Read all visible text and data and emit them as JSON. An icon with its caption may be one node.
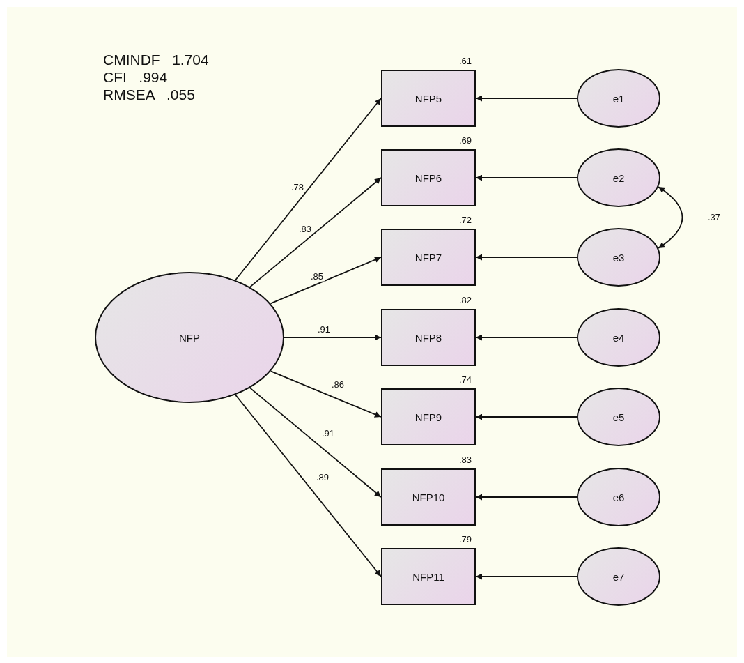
{
  "diagram": {
    "nodes": [
      {
        "text": [
          "NFP"
        ]
      },
      {
        "text": [
          "NFP5"
        ],
        "beside": [
          ".61"
        ]
      },
      {
        "text": [
          "NFP6"
        ],
        "beside": [
          ".69"
        ]
      },
      {
        "text": [
          "NFP7"
        ],
        "beside": [
          ".72"
        ]
      },
      {
        "text": [
          "NFP8"
        ],
        "beside": [
          ".82"
        ]
      },
      {
        "text": [
          "NFP9"
        ],
        "beside": [
          ".74"
        ]
      },
      {
        "text": [
          "NFP10"
        ],
        "beside": [
          ".83"
        ]
      },
      {
        "text": [
          "NFP11"
        ],
        "beside": [
          ".79"
        ]
      },
      {
        "text": [
          "e1"
        ]
      },
      {
        "text": [
          "e2"
        ]
      },
      {
        "text": [
          "e3"
        ]
      },
      {
        "text": [
          "e4"
        ]
      },
      {
        "text": [
          "e5"
        ]
      },
      {
        "text": [
          "e6"
        ]
      },
      {
        "text": [
          "e7"
        ]
      }
    ],
    "edges": [
      {
        "from": 0,
        "to": 1,
        "arrow": "to",
        "label": ".78"
      },
      {
        "from": 0,
        "to": 2,
        "arrow": "to",
        "label": ".83"
      },
      {
        "from": 0,
        "to": 3,
        "arrow": "to",
        "label": ".85"
      },
      {
        "from": 0,
        "to": 4,
        "arrow": "to",
        "label": ".91"
      },
      {
        "from": 0,
        "to": 5,
        "arrow": "to",
        "label": ".86"
      },
      {
        "from": 0,
        "to": 6,
        "arrow": "to",
        "label": ".91"
      },
      {
        "from": 0,
        "to": 7,
        "arrow": "to",
        "label": ".89"
      },
      {
        "from": 8,
        "to": 1,
        "arrow": "to"
      },
      {
        "from": 9,
        "to": 2,
        "arrow": "to"
      },
      {
        "from": 10,
        "to": 3,
        "arrow": "to"
      },
      {
        "from": 11,
        "to": 4,
        "arrow": "to"
      },
      {
        "from": 12,
        "to": 5,
        "arrow": "to"
      },
      {
        "from": 13,
        "to": 6,
        "arrow": "to"
      },
      {
        "from": 14,
        "to": 7,
        "arrow": "to"
      },
      {
        "from": 9,
        "to": 10,
        "arrow": "both",
        "label": ".37"
      }
    ],
    "labels": [
      "CMINDF   1.704",
      "CFI   .994",
      "RMSEA   .055"
    ]
  }
}
